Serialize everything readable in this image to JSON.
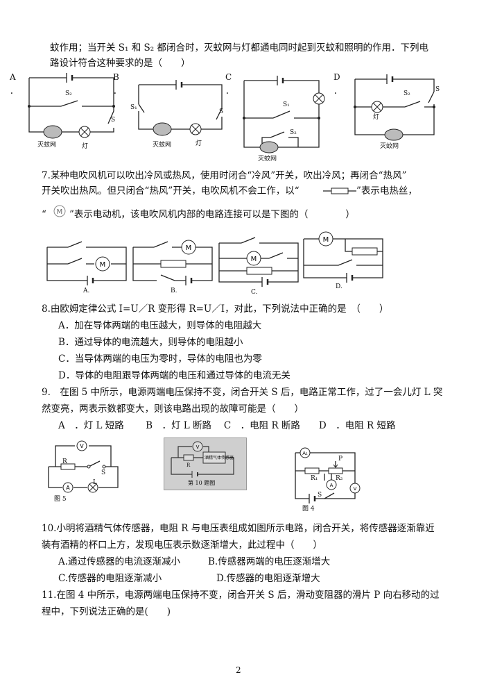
{
  "q6": {
    "line1": "蚊作用；当开关 S₁ 和 S₂ 都闭合时，灭蚊网与灯都通电同时起到灭蚊和照明的作用．下列电",
    "line2": "路设计符合这种要求的是（　　）",
    "options": [
      "A",
      "B",
      "C",
      "D"
    ],
    "dot": "．",
    "s1": "S₁",
    "s2": "S₂",
    "s": "S",
    "net": "灭蚊网",
    "lamp": "灯"
  },
  "q7": {
    "line1": "7.某种电吹风机可以吹出冷风或热风，使用时闭合“冷风”开关，吹出冷风；再闭合“热风”",
    "line2": "开关吹出热风。但只闭合“热风”开关，电吹风机不会工作，以“",
    "line2b": "”表示电热丝，",
    "line3a": "“",
    "line3b": "”表示电动机，该电吹风机内部的电路连接可以是下图的（　　　　）",
    "motor": "M",
    "labels": [
      "A.",
      "B.",
      "C.",
      "D."
    ]
  },
  "q8": {
    "stem": "8.由欧姆定律公式 I=U／R 变形得 R=U／I，对此，下列说法中正确的是　（　　）",
    "options": [
      "A．加在导体两端的电压越大，则导体的电阻越大",
      "B．通过导体的电流越大，则导体的电阻越小",
      "C．当导体两端的电压为零时，导体的电阻也为零",
      "D．导体的电阻跟导体两端的电压和通过导体的电流无关"
    ]
  },
  "q9": {
    "line1": "9.　在图 5 中所示，电源两端电压保持不变，闭合开关 S 后，电路正常工作，过了一会儿灯 L 突",
    "line2": "然变亮，两表示数都变大，则该电路出现的故障可能是（　　）",
    "options": "A　．灯 L 短路　　 B　．灯 L 断路　 C　．电阻 R 断路　　D　．电阻 R 短路"
  },
  "figs": {
    "fig5": "图 5",
    "fig10_caption": "第 10 题图",
    "fig10_sensor": "酒精气体传感器",
    "fig4": "图 4",
    "V": "V",
    "A": "A",
    "A1": "A₁",
    "R": "R",
    "L": "L",
    "S": "S",
    "P": "P",
    "R1": "R₁",
    "R2": "R₂"
  },
  "q10": {
    "line1": "10.小明将酒精气体传感器，电阻 R 与电压表组成如图所示电路，闭合开关，将传感器逐渐靠近",
    "line2": "装有酒精的杯口上方，发现电压表示数逐渐增大，此过程中（　　）",
    "optA": "A.通过传感器的电流逐渐减小",
    "optB": "B.传感器两端的电压逐渐增大",
    "optC": "C.传感器的电阻逐渐减小",
    "optD": "D.传感器的电阻逐渐增大"
  },
  "q11": {
    "line1": "11.在图 4 中所示，电源两端电压保持不变，闭合开关 S 后，滑动变阻器的滑片 P 向右移动的过",
    "line2": "程中，下列说法正确的是(　　)"
  },
  "page_number": "2"
}
